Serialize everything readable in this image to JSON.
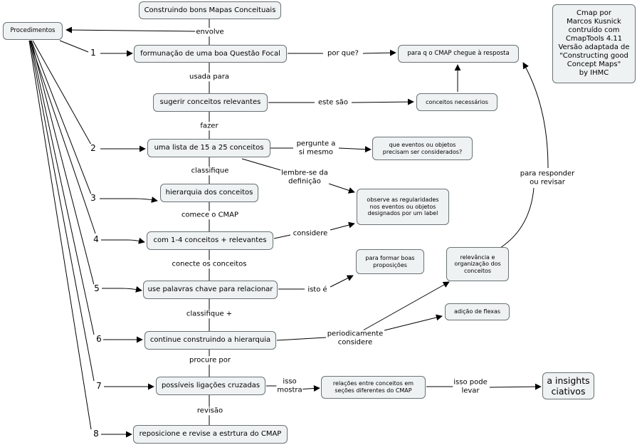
{
  "nodes": {
    "title": "Construindo bons Mapas Conceituais",
    "procedimentos": "Procedimentos",
    "credits": "Cmap por\nMarcos Kusnick\ncontruído com\nCmapTools 4.11\nVersão adaptada de\n\"Constructing good\nConcept Maps\"\nby IHMC",
    "step1": "formunação de uma boa Questão Focal",
    "resposta": "para q o CMAP chegue à resposta",
    "sugerir": "sugerir conceitos relevantes",
    "necessarios": "conceitos necessários",
    "step2": "uma lista de 15 a 25 conceitos",
    "eventos": "que eventos ou objetos\nprecisam ser considerados?",
    "step3": "hierarquia dos conceitos",
    "regularidades": "observe as regularidades\nnos eventos ou objetos\ndesignados por um label",
    "step4": "com 1-4 conceitos + relevantes",
    "formar": "para formar boas\nproposições",
    "relevancia": "relevância e\norganização dos\nconceitos",
    "step5": "use palavras chave para relacionar",
    "flexas": "adição de flexas",
    "step6": "continue construindo a hierarquia",
    "step7": "possíveis ligações cruzadas",
    "relacoes": "relações entre conceitos em\nseções diferentes do CMAP",
    "insights": "a insights\nciativos",
    "step8": "reposicione e revise a estrtura do CMAP"
  },
  "linking_phrases": {
    "envolve": "envolve",
    "n1": "1",
    "n2": "2",
    "n3": "3",
    "n4": "4",
    "n5": "5",
    "n6": "6",
    "n7": "7",
    "n8": "8",
    "porque": "por que?",
    "usada_para": "usada para",
    "este_sao": "este são",
    "fazer": "fazer",
    "pergunte": "pergunte a\nsi mesmo",
    "classifique": "classifique",
    "lembre": "lembre-se da\ndefinição",
    "comece": "comece o CMAP",
    "considere": "considere",
    "conecte": "conecte os conceitos",
    "isto_e": "isto é",
    "classifique_mais": "classifique +",
    "periodicamente": "periodicamente\nconsidere",
    "procure_por": "procure por",
    "isso_mostra": "isso\nmostra",
    "isso_pode": "isso pode\nlevar",
    "revisao": "revisão",
    "responder": "para responder\nou revisar"
  },
  "colors": {
    "node_fill": "#eef2f3",
    "node_border": "#6b7275",
    "line": "#000000",
    "background": "#ffffff"
  }
}
